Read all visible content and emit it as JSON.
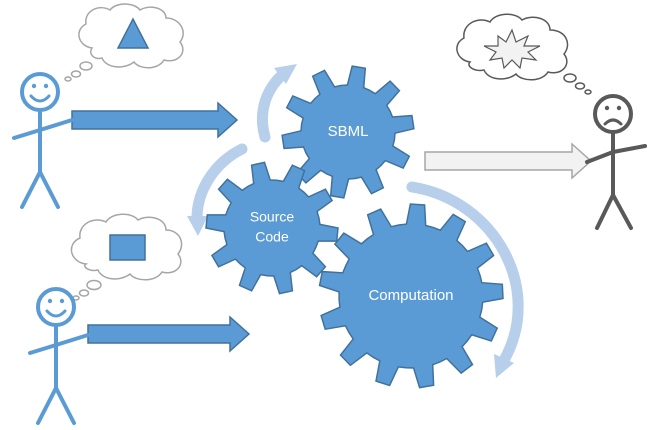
{
  "gears": {
    "sbml": {
      "label": "SBML"
    },
    "source": {
      "label_line1": "Source",
      "label_line2": "Code"
    },
    "computation": {
      "label": "Computation"
    }
  },
  "colors": {
    "primary": "#5b9bd5",
    "primary_dark": "#41719c",
    "light_arc": "#b7cfea",
    "grey_person": "#595959",
    "grey_arrow_fill": "#f2f2f2",
    "grey_arrow_stroke": "#a6a6a6"
  },
  "icons": [
    "happy-stick-figure",
    "sad-stick-figure",
    "thought-cloud",
    "triangle",
    "square",
    "explosion-burst",
    "gear",
    "curved-arrow",
    "block-arrow"
  ]
}
